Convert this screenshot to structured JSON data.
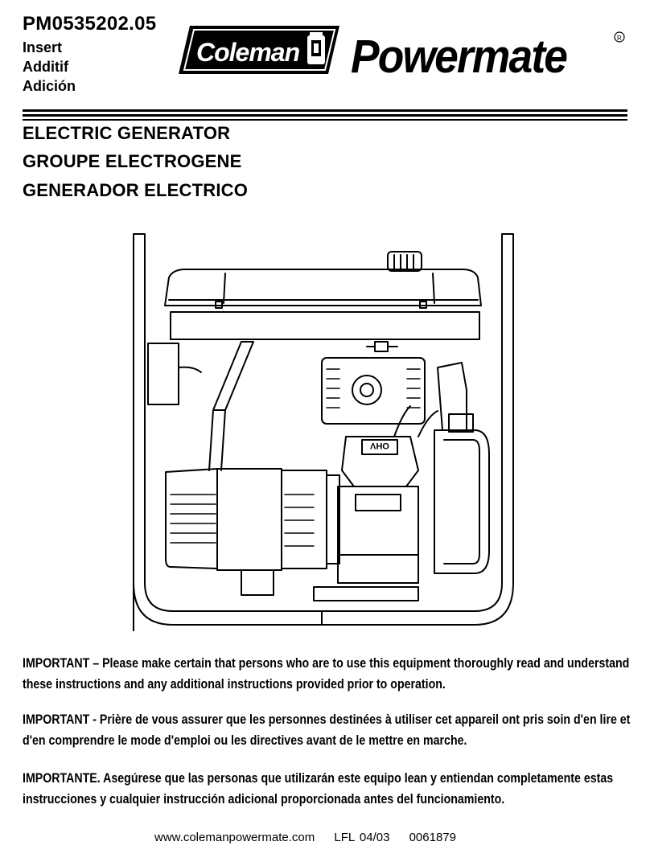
{
  "header": {
    "part_number": "PM0535202.05",
    "insert_lines": [
      "Insert",
      "Additif",
      "Adición"
    ],
    "brand_left": "Coleman",
    "brand_right": "Powermate",
    "registered_mark": "R"
  },
  "titles": [
    "ELECTRIC GENERATOR",
    "GROUPE ELECTROGENE",
    "GENERADOR ELECTRICO"
  ],
  "illustration": {
    "engine_label": "OHV",
    "icon": "generator-illustration"
  },
  "notices": [
    {
      "lead": "IMPORTANT – ",
      "text": "Please make certain that persons who are to use this equipment thoroughly read and understand these instructions and any additional instructions provided prior to operation."
    },
    {
      "lead": "IMPORTANT - ",
      "text": "Prière de vous assurer que les personnes destinées à utiliser cet appareil ont pris soin d'en lire et d'en comprendre le mode d'emploi ou les directives avant de le mettre en marche."
    },
    {
      "lead": "IMPORTANTE.  ",
      "text": "Asegúrese que las personas que utilizarán este equipo lean y entiendan completamente estas instrucciones y cualquier instrucción adicional proporcionada antes del funcionamiento."
    }
  ],
  "footer": {
    "website": "www.colemanpowermate.com",
    "code": "LFL  04/03",
    "number": "0061879"
  },
  "colors": {
    "ink": "#000000",
    "paper": "#ffffff"
  }
}
